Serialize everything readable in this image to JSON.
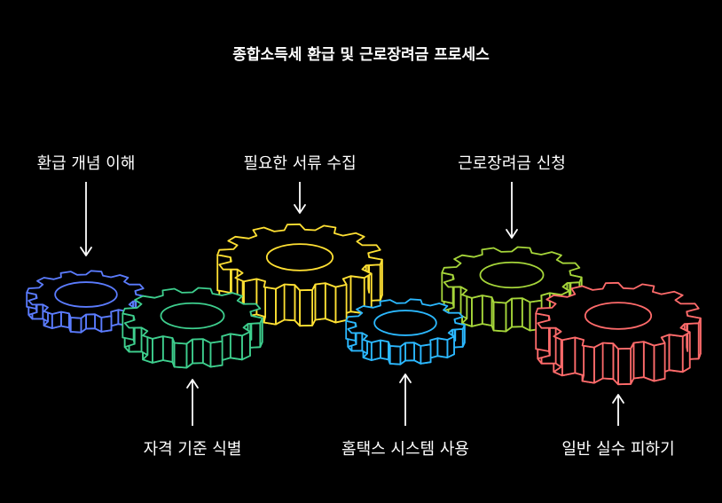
{
  "title": "종합소득세 환급 및 근로장려금 프로세스",
  "steps": [
    {
      "label": "환급 개념 이해",
      "color": "#5b7cff",
      "arrow": "down"
    },
    {
      "label": "자격 기준 식별",
      "color": "#3ecf8e",
      "arrow": "up"
    },
    {
      "label": "필요한 서류 수집",
      "color": "#ffe033",
      "arrow": "down"
    },
    {
      "label": "홈택스 시스템 사용",
      "color": "#2bb8ff",
      "arrow": "up"
    },
    {
      "label": "근로장려금 신청",
      "color": "#a6d63a",
      "arrow": "down"
    },
    {
      "label": "일반 실수 피하기",
      "color": "#ff6b6b",
      "arrow": "up"
    }
  ]
}
